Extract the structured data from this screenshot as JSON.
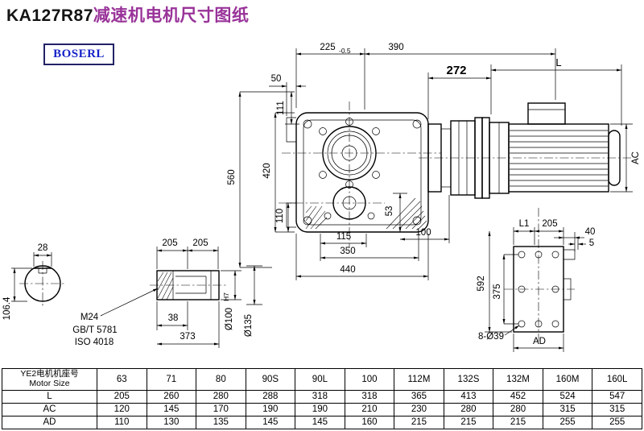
{
  "title": {
    "model": "KA127R87",
    "suffix": "减速机电机尺寸图纸"
  },
  "logo": {
    "text": "BOSERL"
  },
  "colors": {
    "title_accent": "#993399",
    "logo_text": "#1522c8",
    "logo_border": "#222266",
    "line": "#000000"
  },
  "drawing": {
    "top": {
      "d225": "225",
      "tol": "-0.5",
      "d390": "390",
      "d272": "272",
      "L": "L",
      "d50": "50",
      "d111": "111"
    },
    "left": {
      "d560": "560",
      "d420": "420",
      "d110": "110"
    },
    "bottom": {
      "d115": "115",
      "d53": "53",
      "d100": "100",
      "d350": "350",
      "d440": "440"
    },
    "right": {
      "AC": "AC"
    },
    "shaft_section": {
      "d28": "28",
      "d106_4": "106.4"
    },
    "shaft_detail": {
      "d205a": "205",
      "d205b": "205",
      "m24": "M24",
      "gbt": "GB/T 5781",
      "iso": "ISO 4018",
      "d38": "38",
      "d373": "373",
      "phi100": "Ø100",
      "phi100_fit": "H7",
      "phi135": "Ø135"
    },
    "flange_detail": {
      "L1": "L1",
      "d205": "205",
      "d40": "40",
      "d5": "5",
      "d592": "592",
      "d375": "375",
      "holes": "8-Ø39",
      "AD": "AD"
    }
  },
  "table": {
    "corner_line1": "YE2电机机座号",
    "corner_line2": "Motor Size",
    "sizes": [
      "63",
      "71",
      "80",
      "90S",
      "90L",
      "100",
      "112M",
      "132S",
      "132M",
      "160M",
      "160L"
    ],
    "rows": [
      {
        "label": "L",
        "values": [
          "205",
          "260",
          "280",
          "288",
          "318",
          "318",
          "365",
          "413",
          "452",
          "524",
          "547"
        ]
      },
      {
        "label": "AC",
        "values": [
          "120",
          "145",
          "170",
          "190",
          "190",
          "210",
          "230",
          "280",
          "280",
          "315",
          "315"
        ]
      },
      {
        "label": "AD",
        "values": [
          "110",
          "130",
          "135",
          "145",
          "145",
          "160",
          "215",
          "215",
          "215",
          "255",
          "255"
        ]
      }
    ]
  }
}
